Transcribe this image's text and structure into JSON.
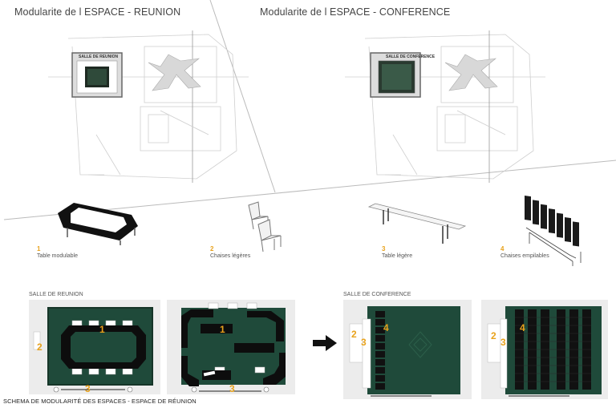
{
  "headings": {
    "left": "Modularite de l ESPACE - REUNION",
    "right": "Modularite de l ESPACE - CONFERENCE"
  },
  "plan_labels": {
    "left": "SALLE DE REUNION",
    "right": "SALLE DE  CONFERENCE"
  },
  "furniture": [
    {
      "number": "1",
      "label": "Table modulable"
    },
    {
      "number": "2",
      "label": "Chaises légères"
    },
    {
      "number": "3",
      "label": "Table légère"
    },
    {
      "number": "4",
      "label": "Chaises empilables"
    }
  ],
  "sections": {
    "reunion": "SALLE DE REUNION",
    "conference": "SALLE DE CONFERENCE"
  },
  "panel_numbers": {
    "p1": [
      "1",
      "2",
      "3"
    ],
    "p2": [
      "1",
      "3"
    ],
    "p3": [
      "2",
      "3",
      "4"
    ],
    "p4": [
      "2",
      "3",
      "4"
    ]
  },
  "footer": "SCHEMA DE MODULARITÉ DES ESPACES - ESPACE DE RÉUNION",
  "colors": {
    "carpet": "#1f4a3a",
    "accent_number": "#e8a21c",
    "panel_bg": "#ececec"
  }
}
